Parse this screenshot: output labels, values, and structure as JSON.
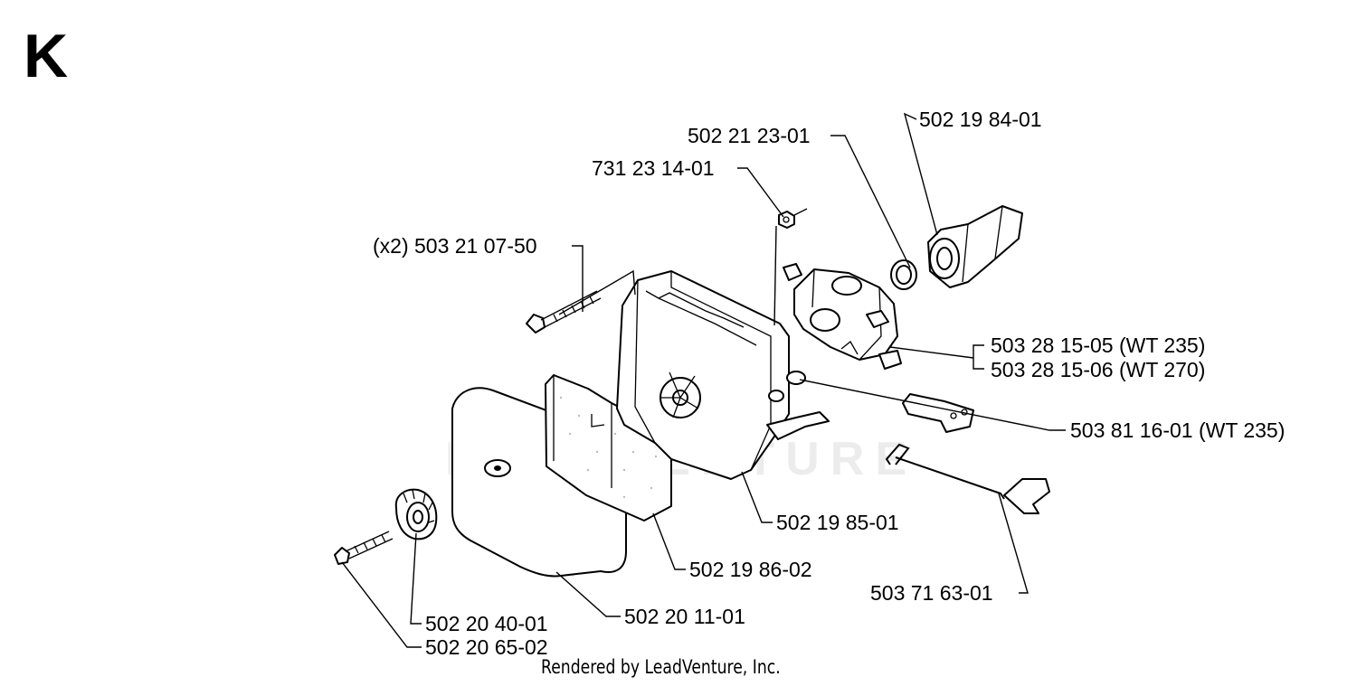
{
  "page_letter": "K",
  "watermark": "LEADVENTURE",
  "footer": "Rendered by LeadVenture, Inc.",
  "callouts": {
    "c1": "502 21 23-01",
    "c2": "502 19 84-01",
    "c3": "731 23 14-01",
    "c4": "(x2) 503 21 07-50",
    "c5a": "503 28 15-05 (WT 235)",
    "c5b": "503 28 15-06 (WT 270)",
    "c6": "503 81 16-01 (WT 235)",
    "c7": "502 19 85-01",
    "c8": "502 19 86-02",
    "c9": "503 71 63-01",
    "c10": "502 20 11-01",
    "c11": "502 20 40-01",
    "c12": "502 20 65-02"
  }
}
